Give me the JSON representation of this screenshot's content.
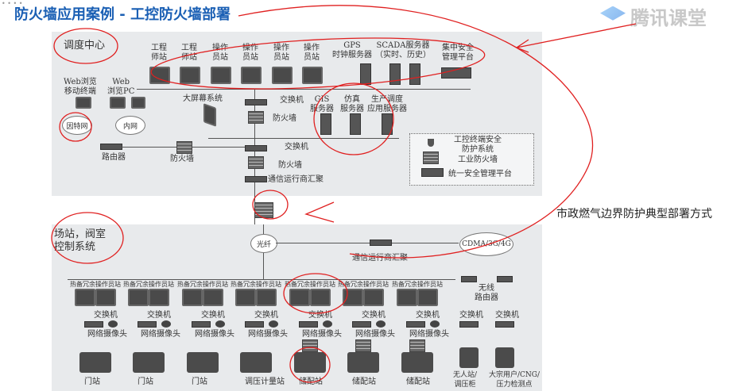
{
  "header": {
    "title": "防火墙应用案例 - 工控防火墙部署",
    "logo_text": "腾讯课堂",
    "dots": "• • • •"
  },
  "side_caption": "市政燃气边界防护典型部署方式",
  "top": {
    "section": "调度中心",
    "workstations": [
      "工程\n师站",
      "工程\n师站",
      "操作\n员站",
      "操作\n员站",
      "操作\n员站",
      "操作\n员站"
    ],
    "gps": "GPS\n时钟服务器",
    "scada": "SCADA服务器\n（实时、历史）",
    "central": "集中安全\n管理平台",
    "web_mobile": "Web浏览\n移动终端",
    "web_pc": "Web\n浏览PC",
    "internet": "因特网",
    "intranet": "内网",
    "router": "路由器",
    "firewall_left": "防火墙",
    "big_screen": "大屏幕系统",
    "switch1": "交换机",
    "firewall1": "防火墙",
    "gis": "GIS\n服务器",
    "sim": "仿真\n服务器",
    "prod": "生产调度\n应用服务器",
    "switch2": "交换机",
    "firewall2": "防火墙",
    "carrier": "通信运行商汇聚",
    "legend": {
      "terminal": "工控终端安全\n防护系统",
      "fw": "工业防火墙",
      "platform": "统一安全管理平台"
    }
  },
  "bottom": {
    "section": "场站，阀室\n控制系统",
    "fiber": "光纤",
    "carrier": "通信运行商汇聚",
    "cellular": "CDMA/3G/4G",
    "wireless_router": "无线\n路由器",
    "columns": [
      {
        "header": "热备冗余操作员站",
        "switch": "交换机",
        "camera": "网络摄像头",
        "station": "门站",
        "firewall": false
      },
      {
        "header": "热备冗余操作员站",
        "switch": "交换机",
        "camera": "网络摄像头",
        "station": "门站",
        "firewall": false
      },
      {
        "header": "热备冗余操作员站",
        "switch": "交换机",
        "camera": "网络摄像头",
        "station": "门站",
        "firewall": false
      },
      {
        "header": "热备冗余操作员站",
        "switch": "交换机",
        "camera": "网络摄像头",
        "station": "调压计量站",
        "firewall": false
      },
      {
        "header": "热备冗余操作员站",
        "switch": "交换机",
        "camera": "网络摄像头",
        "station": "储配站",
        "firewall": true
      },
      {
        "header": "热备冗余操作员站",
        "switch": "交换机",
        "camera": "网络摄像头",
        "station": "储配站",
        "firewall": true
      },
      {
        "header": "热备冗余操作员站",
        "switch": "交换机",
        "camera": "网络摄像头",
        "station": "储配站",
        "firewall": true
      }
    ],
    "remote": [
      {
        "switch": "交换机",
        "station": "无人站/\n调压柜"
      },
      {
        "switch": "交换机",
        "station": "大宗用户/CNG/\n压力检测点"
      }
    ]
  },
  "colors": {
    "title": "#1a5fb4",
    "annotation": "#e02020",
    "panel": "#e8eaec"
  }
}
